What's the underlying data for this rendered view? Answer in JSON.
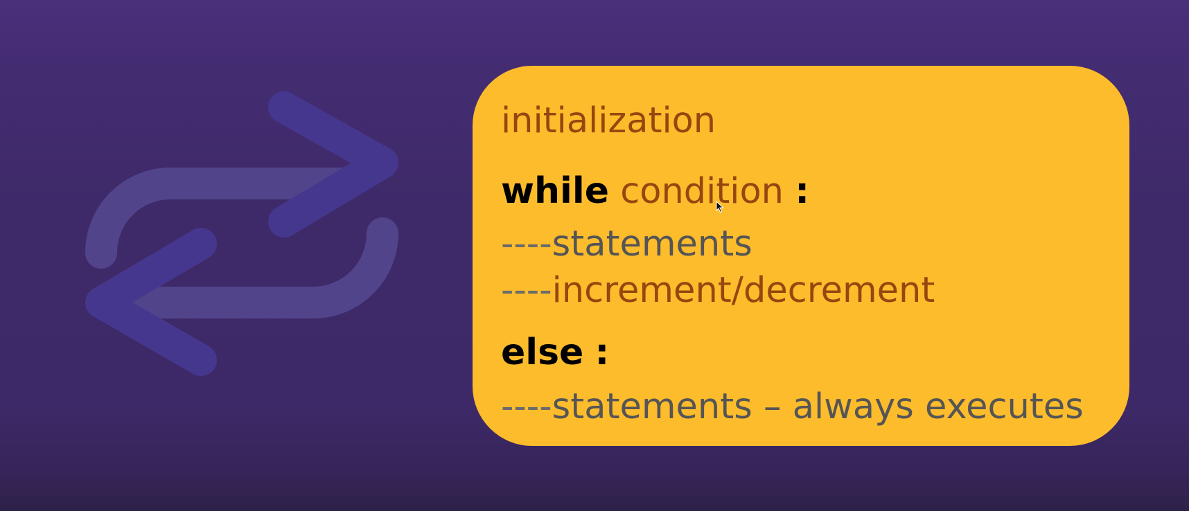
{
  "background_icon": "repeat-loop-arrows-icon",
  "colors": {
    "card": "#fdbc2c",
    "keyword": "#000000",
    "placeholder": "#94470f",
    "statement": "#555555",
    "dash": "#6b6b6b",
    "background": "#3e2a69",
    "icon_tube": "#52448a",
    "icon_arrowhead": "#46378e"
  },
  "code": {
    "init": "initialization",
    "while_keyword": "while",
    "while_condition": "condition",
    "while_colon": ":",
    "body_prefix_1": "----",
    "body_stmt_1": "statements",
    "body_prefix_2": "----",
    "body_stmt_2": "increment/decrement",
    "else_keyword": "else",
    "else_colon": ":",
    "else_prefix": "----",
    "else_stmt": "statements – always executes"
  }
}
